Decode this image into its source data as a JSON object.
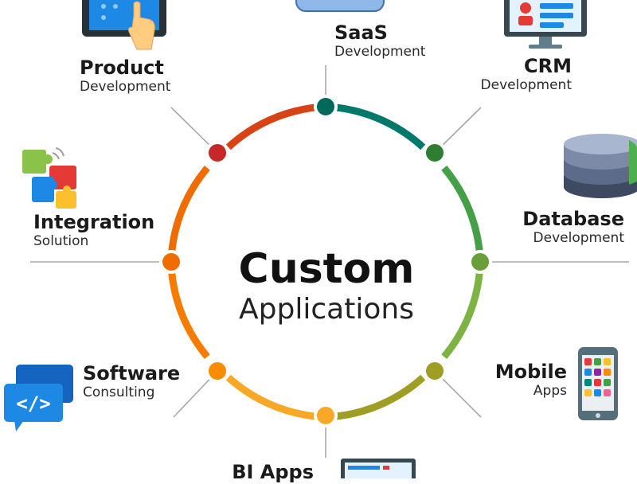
{
  "center": {
    "title": "Custom",
    "subtitle": "Applications"
  },
  "nodes": [
    {
      "id": "saas",
      "title": "SaaS",
      "subtitle": "Development",
      "icon": "cloud-icon"
    },
    {
      "id": "crm",
      "title": "CRM",
      "subtitle": "Development",
      "icon": "monitor-profile-icon"
    },
    {
      "id": "database",
      "title": "Database",
      "subtitle": "Development",
      "icon": "database-icon"
    },
    {
      "id": "mobile",
      "title": "Mobile",
      "subtitle": "Apps",
      "icon": "smartphone-icon"
    },
    {
      "id": "bi",
      "title": "BI Apps",
      "subtitle": "",
      "icon": "dashboard-icon"
    },
    {
      "id": "software",
      "title": "Software",
      "subtitle": "Consulting",
      "icon": "code-chat-icon"
    },
    {
      "id": "integration",
      "title": "Integration",
      "subtitle": "Solution",
      "icon": "puzzle-icon"
    },
    {
      "id": "product",
      "title": "Product",
      "subtitle": "Development",
      "icon": "tablet-touch-icon"
    }
  ],
  "colors": {
    "ring_gradient": [
      "#c62828",
      "#e65100",
      "#f57c00",
      "#f9a825",
      "#c0ca33",
      "#7cb342",
      "#43a047",
      "#00796b"
    ],
    "text": "#1a1a1a",
    "connector": "#a8a8a8"
  }
}
